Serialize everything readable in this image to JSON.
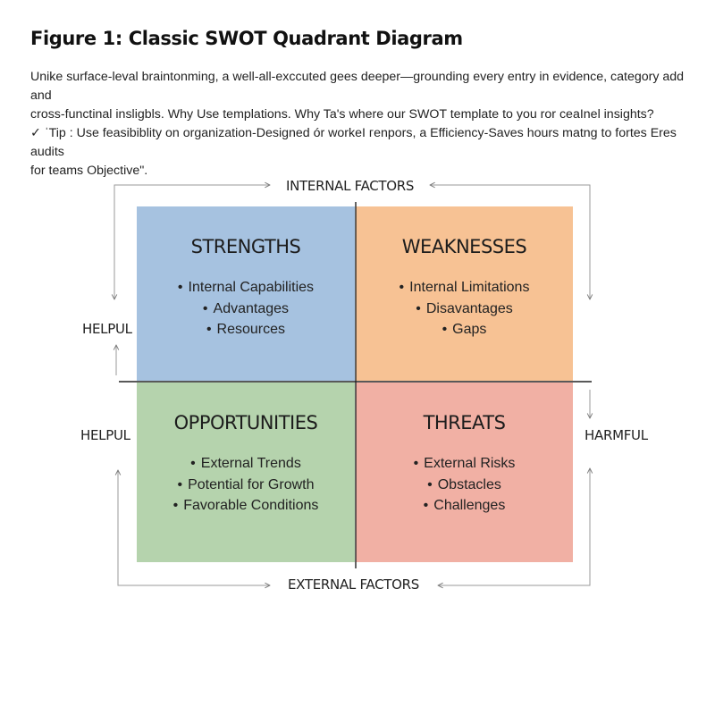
{
  "figure": {
    "title": "Figure 1: Classic SWOT Quadrant Diagram",
    "intro_line1": "Unike surface-leval braintonming, a well-all-exccuted gees deeper—grounding every entry in evidence, category add and",
    "intro_line2": "cross-functinal insligbls. Why Use templations. Why Ta's where our SWOT template to you ror ceaInel insights?",
    "tip_mark": "✓",
    "intro_line3": "ˈTip : Use feasibiblity on organization-Designed ór workeI гenpors, a Efficiency-Saves hours matng to fortes Eres audits",
    "intro_line4": "for teams Objective\"."
  },
  "axes": {
    "top": "INTERNAL FACTORS",
    "bottom": "EXTERNAL FACTORS",
    "left_top": "HELPUL",
    "left_bottom": "HELPUL",
    "right": "HARMFUL"
  },
  "quadrants": {
    "strengths": {
      "title": "STRENGTHS",
      "items": [
        "Internal Capabilities",
        "Advantages",
        "Resources"
      ],
      "color": "#a6c2e0"
    },
    "weaknesses": {
      "title": "WEAKNESSES",
      "items": [
        "Internal Limitations",
        "Disavantages",
        "Gaps"
      ],
      "color": "#f7c294"
    },
    "opportunities": {
      "title": "OPPORTUNITIES",
      "items": [
        "External Trends",
        "Potential for Growth",
        "Favorable Conditions"
      ],
      "color": "#b5d3ad"
    },
    "threats": {
      "title": "THREATS",
      "items": [
        "External Risks",
        "Obstacles",
        "Challenges"
      ],
      "color": "#f1b0a4"
    }
  }
}
